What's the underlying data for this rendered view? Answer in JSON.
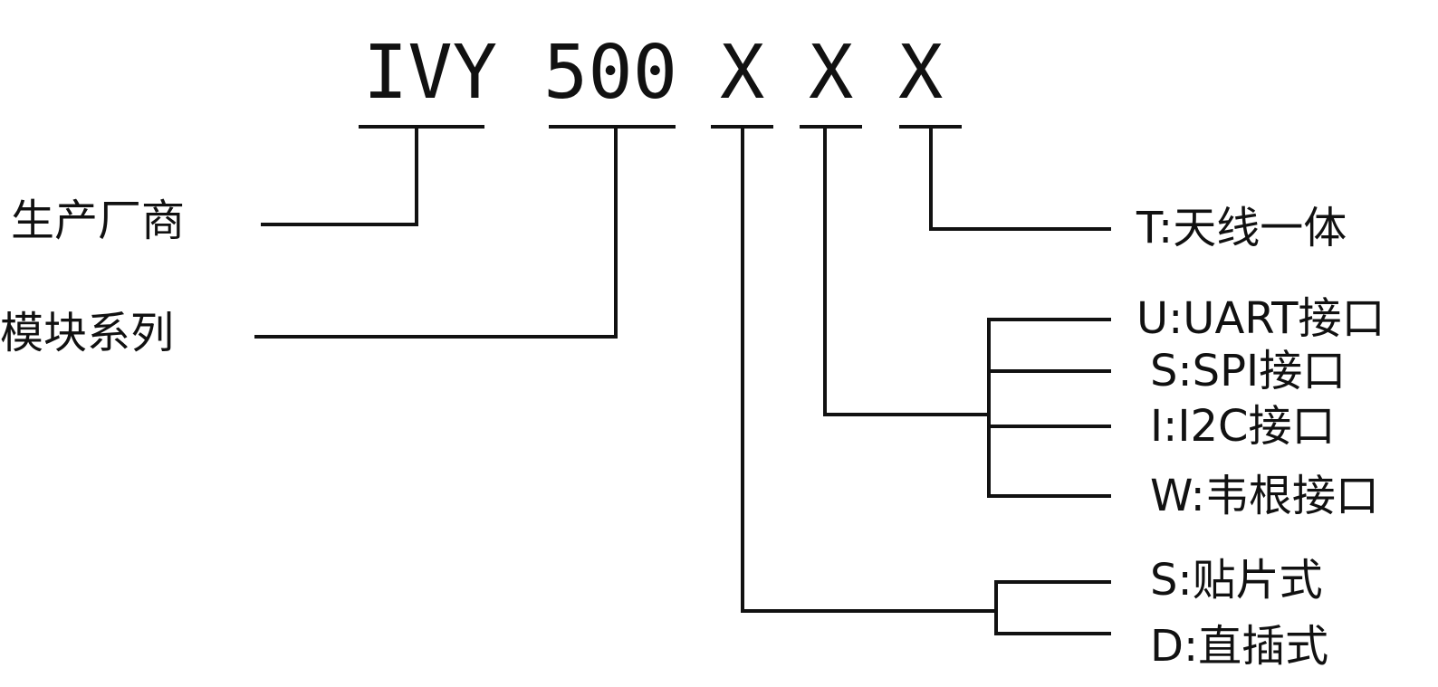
{
  "code_segments": {
    "manufacturer": "IVY",
    "series": "500",
    "package": "X",
    "interface": "X",
    "antenna": "X"
  },
  "left_labels": {
    "manufacturer": "生产厂商",
    "series": "模块系列"
  },
  "options": {
    "antenna": [
      "T:天线一体"
    ],
    "interface": [
      "U:UART接口",
      "S:SPI接口",
      "I:I2C接口",
      "W:韦根接口"
    ],
    "package": [
      "S:贴片式",
      "D:直插式"
    ]
  },
  "colors": {
    "ink": "#111111",
    "background": "#ffffff"
  }
}
